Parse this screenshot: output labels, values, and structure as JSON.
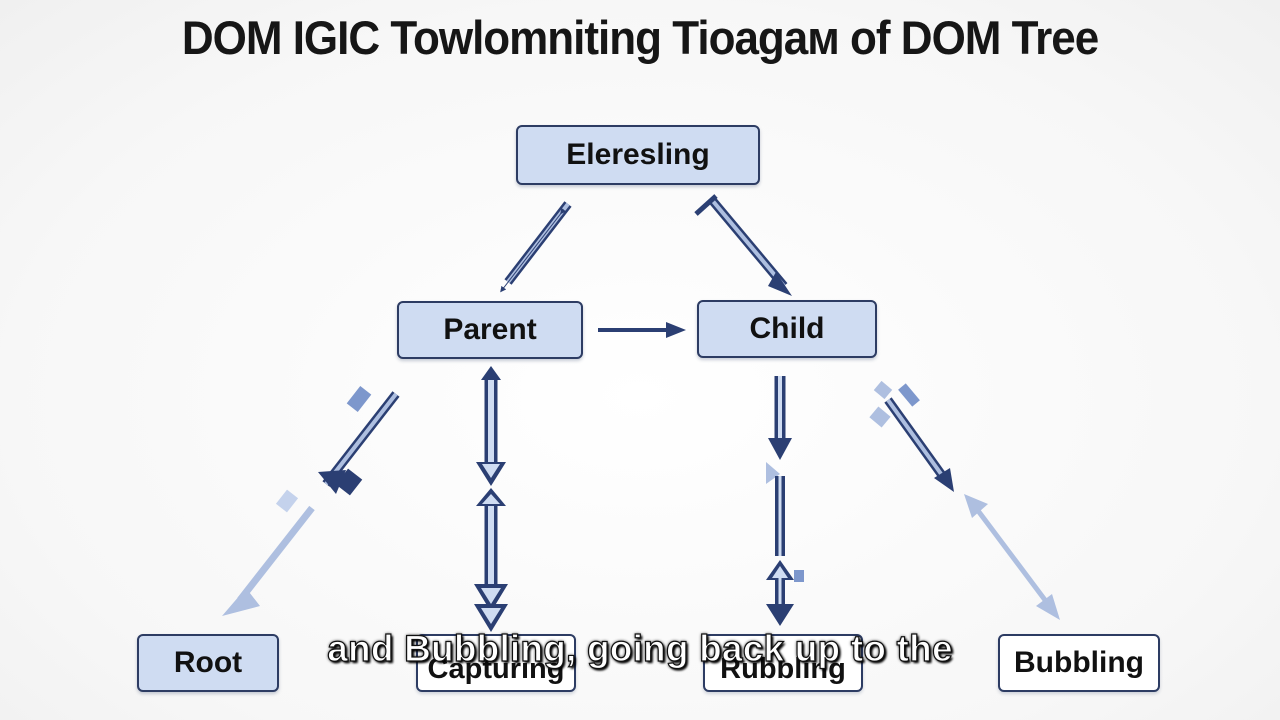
{
  "title": "DOM IGIC Towlomniting Tioagaм of DOM Tree",
  "nodes": {
    "top": "Eleresling",
    "parent": "Parent",
    "child": "Child",
    "root": "Root",
    "capturing": "Capturing",
    "rubbling": "Rubbling",
    "bubbling": "Bubbling"
  },
  "caption": "and Bubbling, going back up to the",
  "colors": {
    "node_fill": "#cfdcf2",
    "node_border": "#2d3c63",
    "arrow_dark": "#2b3f73",
    "arrow_light": "#aebfe0"
  }
}
